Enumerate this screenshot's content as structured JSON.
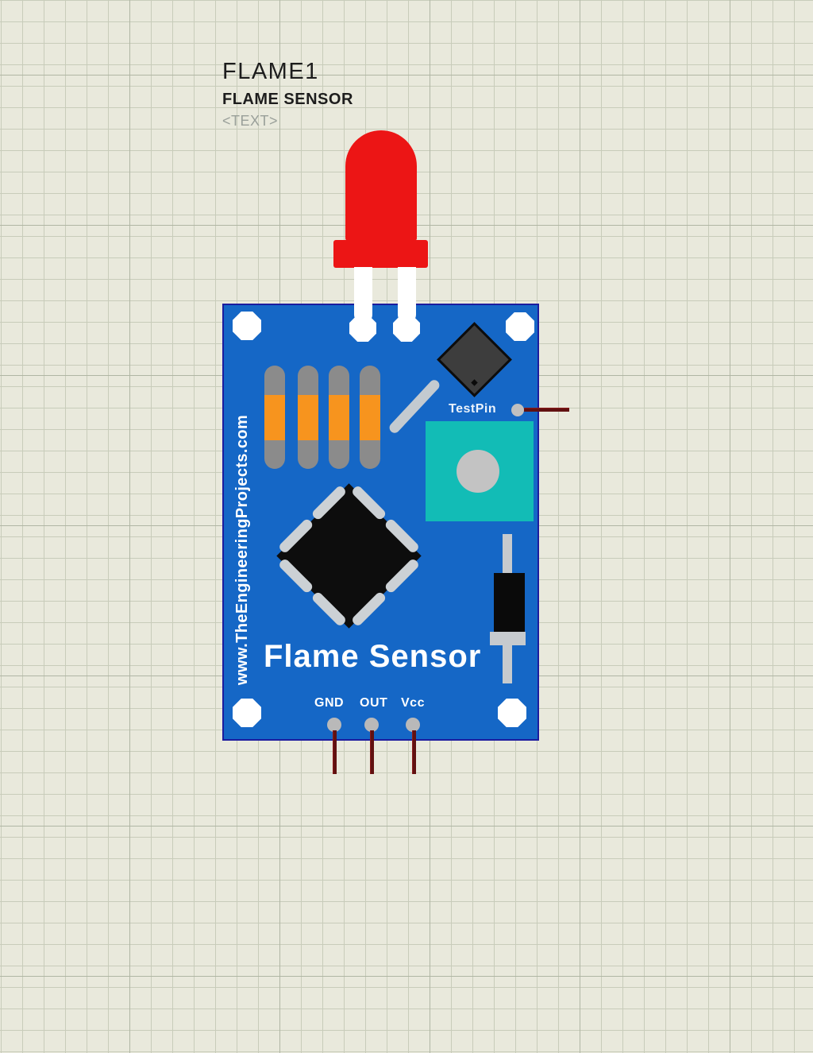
{
  "part": {
    "ref": "FLAME1",
    "value": "FLAME SENSOR",
    "text_placeholder": "<TEXT>"
  },
  "board": {
    "website_text": "www.TheEngineeringProjects.com",
    "title": "Flame Sensor",
    "test_pin_label": "TestPin",
    "pin_labels": [
      "GND",
      "OUT",
      "Vcc"
    ]
  },
  "colors": {
    "canvas_bg": "#e9e9dc",
    "grid_line": "#c8ccba",
    "board_blue": "#1567c6",
    "board_border_navy": "#1c1c9e",
    "led_red": "#ec1515",
    "resistor_orange": "#f7941e",
    "resistor_gray": "#8b8b8b",
    "pot_teal": "#12bcb6",
    "chip_black": "#0d0d0d",
    "pad_gray": "#b9b9b9",
    "wire_maroon": "#611111",
    "silkscreen_white": "#ffffff"
  }
}
